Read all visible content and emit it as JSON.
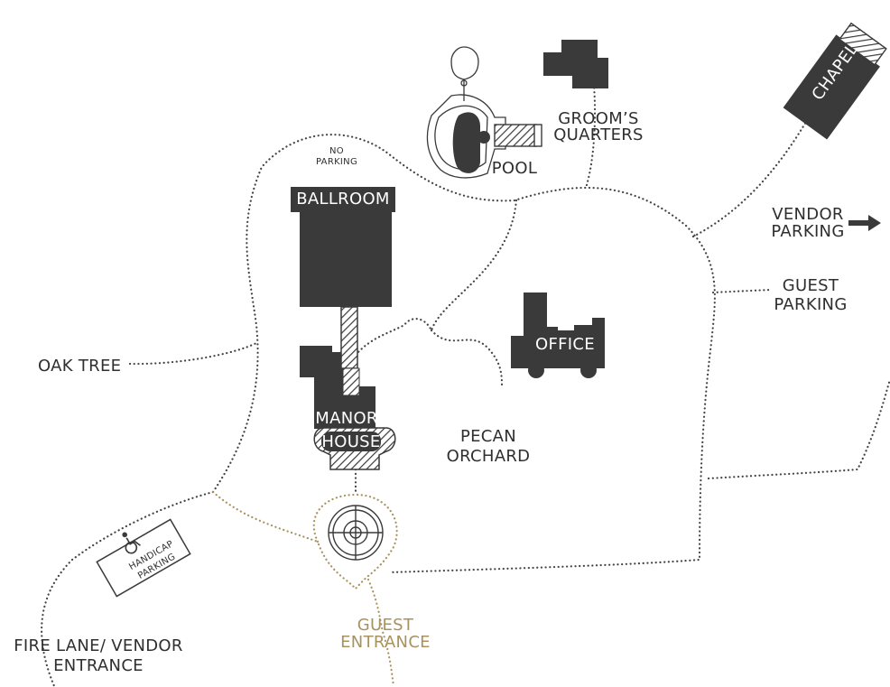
{
  "colors": {
    "building": "#3a3a3a",
    "path": "#444444",
    "guest_path": "#a8925e",
    "text": "#2f2f2f",
    "background": "#ffffff"
  },
  "labels": {
    "chapel": "CHAPEL",
    "grooms_quarters_line1": "GROOM’S",
    "grooms_quarters_line2": "QUARTERS",
    "pool": "POOL",
    "no_parking_line1": "NO",
    "no_parking_line2": "PARKING",
    "ballroom": "BALLROOM",
    "vendor_parking_line1": "VENDOR",
    "vendor_parking_line2": "PARKING",
    "guest_parking_line1": "GUEST",
    "guest_parking_line2": "PARKING",
    "office": "OFFICE",
    "oak_tree": "OAK TREE",
    "manor_house_line1": "MANOR",
    "manor_house_line2": "HOUSE",
    "pecan_orchard_line1": "PECAN",
    "pecan_orchard_line2": "ORCHARD",
    "handicap_parking_line1": "HANDICAP",
    "handicap_parking_line2": "PARKING",
    "guest_entrance_line1": "GUEST",
    "guest_entrance_line2": "ENTRANCE",
    "fire_lane_line1": "FIRE LANE/ VENDOR",
    "fire_lane_line2": "ENTRANCE"
  },
  "icons": {
    "vendor_arrow": "arrow-right-icon",
    "wheelchair": "wheelchair-icon",
    "fountain": "fountain-icon"
  }
}
